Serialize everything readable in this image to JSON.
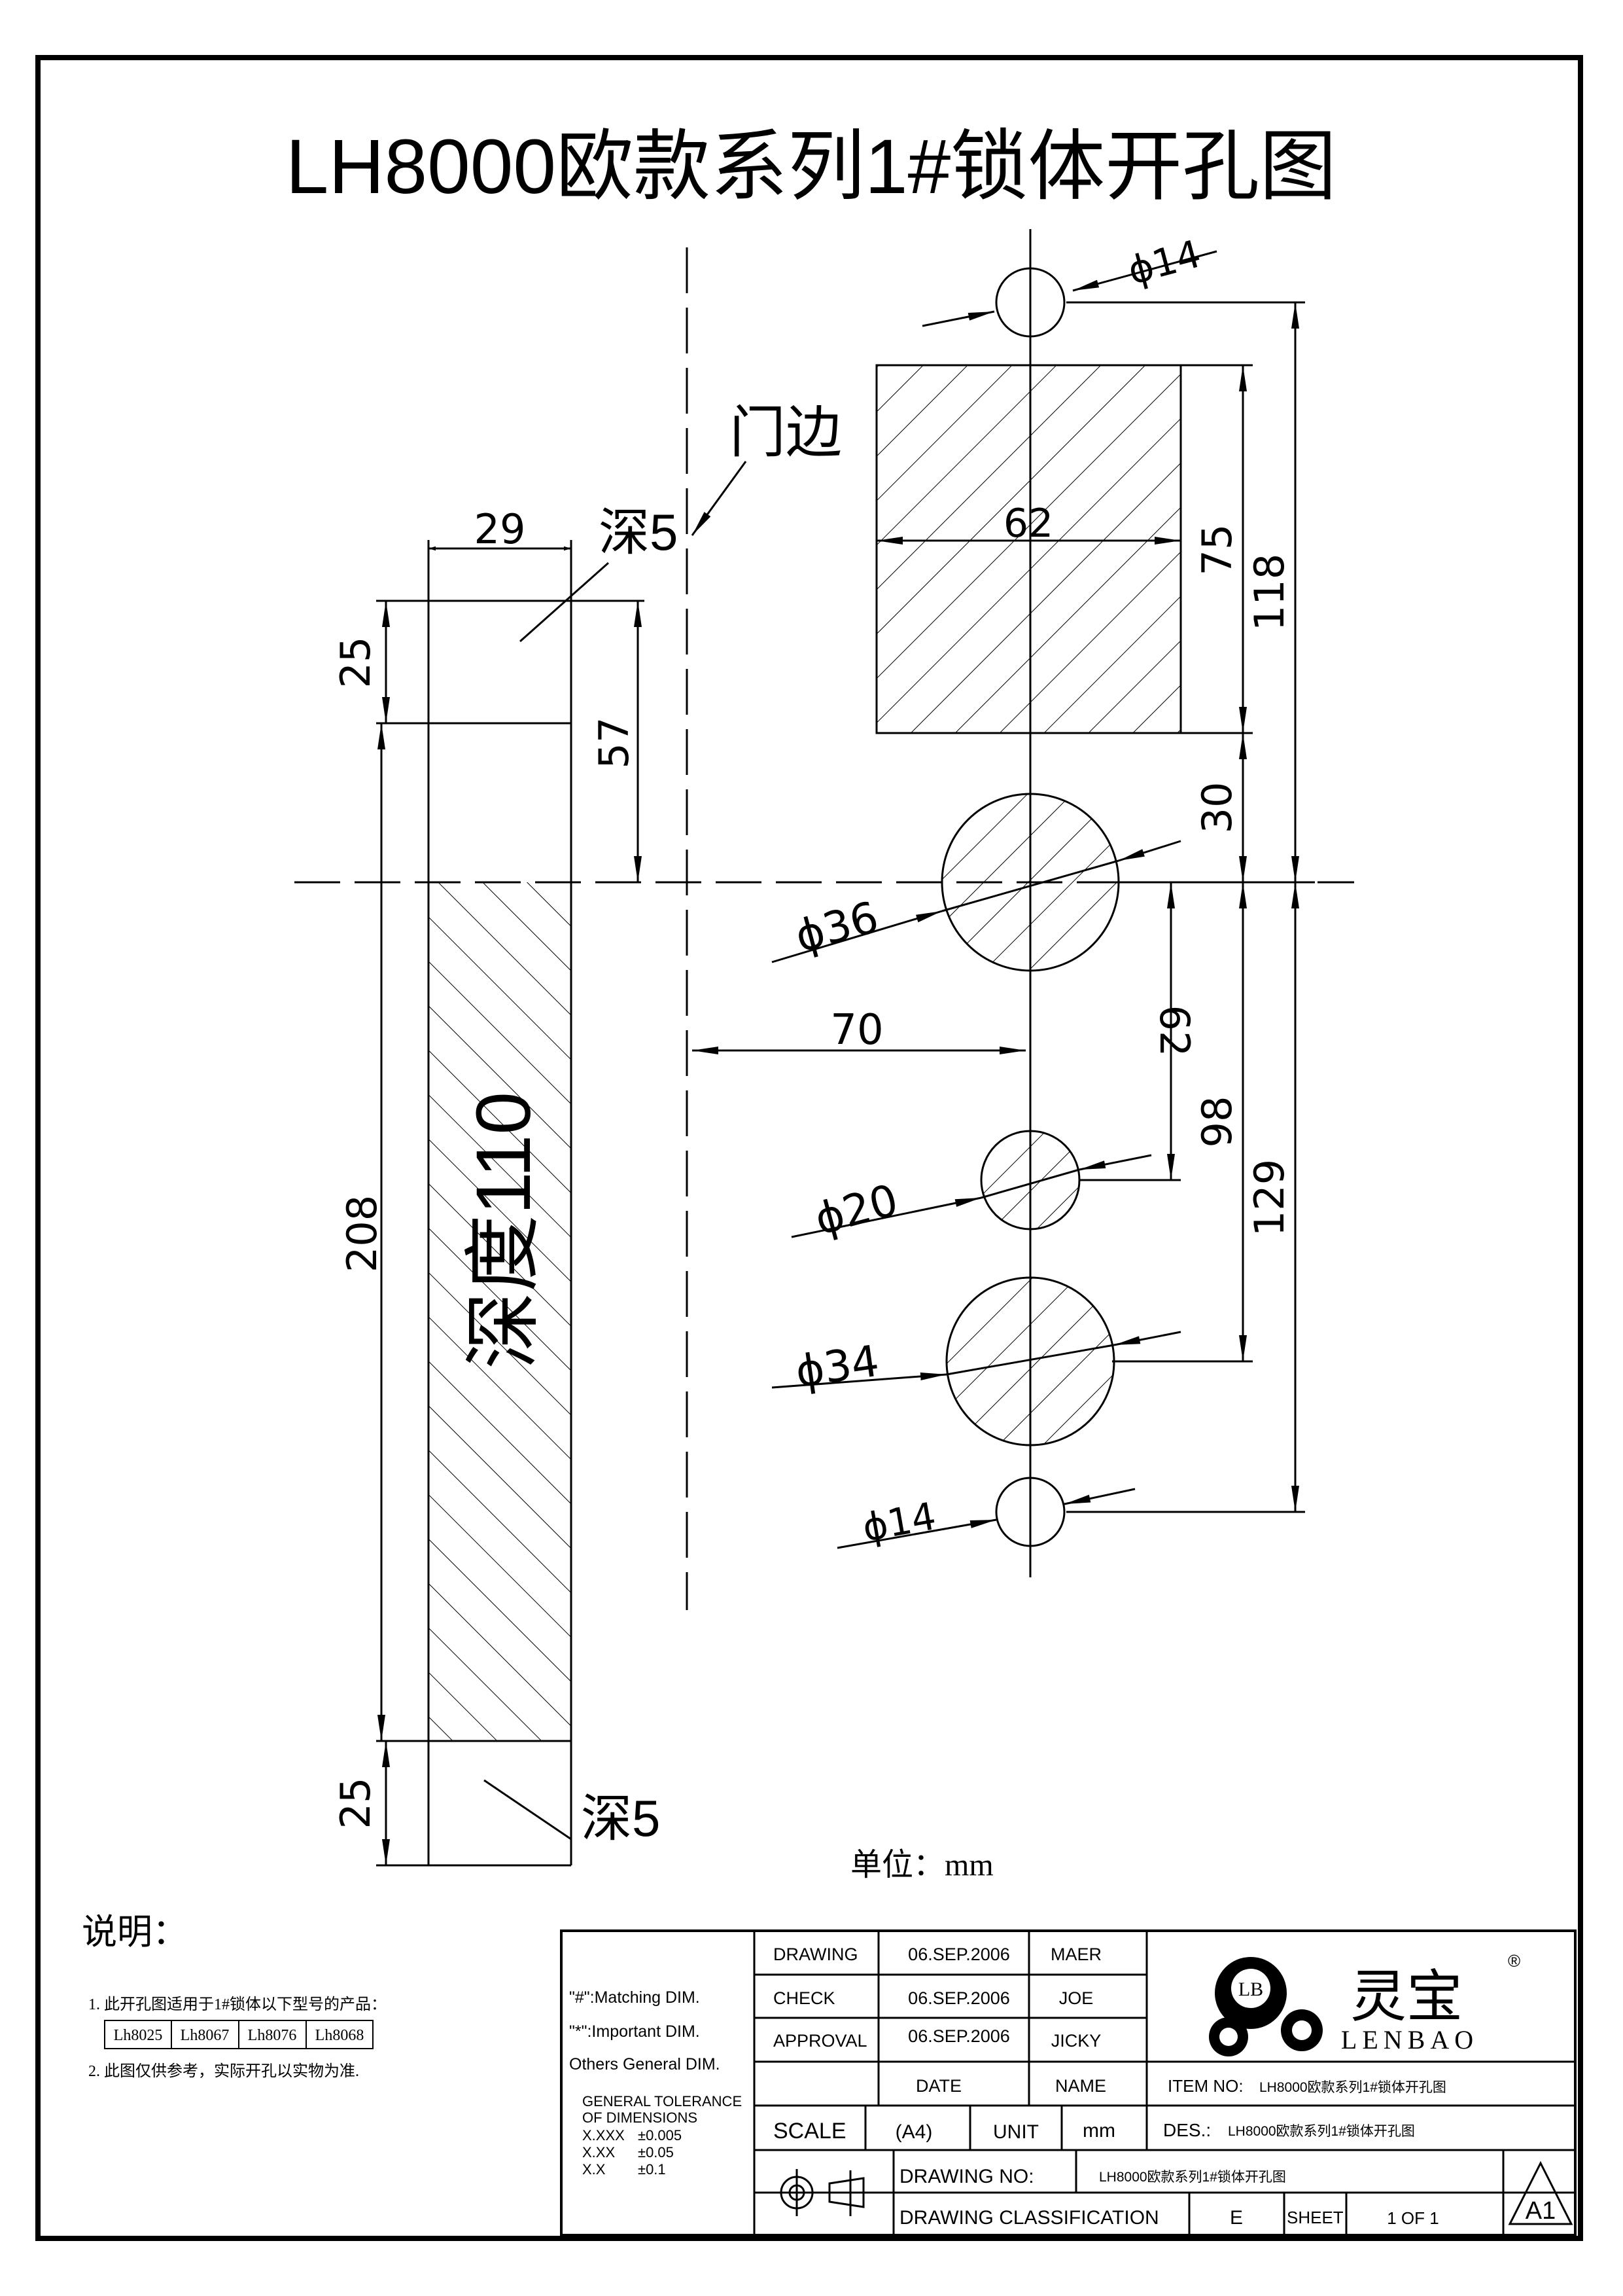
{
  "title": "LH8000欧款系列1#锁体开孔图",
  "left_part": {
    "width": "29",
    "top_segment": "25",
    "top_to_center": "57",
    "total_height": "208",
    "bottom_segment": "25",
    "depth_top": "深5",
    "depth_main": "深度110",
    "depth_bottom": "深5"
  },
  "door_edge_label": "门边",
  "backset": "70",
  "right_part": {
    "top_hole": "ϕ14",
    "square_width": "62",
    "square_height": "75",
    "top_total": "118",
    "gap_to_center": "30",
    "center_hole": "ϕ36",
    "hole_20_offset": "62",
    "hole_20": "ϕ20",
    "hole_34_offset": "98",
    "hole_34": "ϕ34",
    "bottom_total": "129",
    "bottom_hole": "ϕ14"
  },
  "unit_note": "单位：mm",
  "notes": {
    "heading": "说明：",
    "item1": "1. 此开孔图适用于1#锁体以下型号的产品：",
    "models": [
      "Lh8025",
      "Lh8067",
      "Lh8076",
      "Lh8068"
    ],
    "item2": "2. 此图仅供参考，实际开孔以实物为准."
  },
  "title_block": {
    "matching": "\"#\":Matching  DIM.",
    "important": "\"*\":Important  DIM.",
    "others": "Others General  DIM.",
    "tolerance_title_1": "GENERAL TOLERANCE",
    "tolerance_title_2": "OF DIMENSIONS",
    "tol_1_label": "X.XXX",
    "tol_1_value": "±0.005",
    "tol_2_label": "X.XX",
    "tol_2_value": "±0.05",
    "tol_3_label": "X.X",
    "tol_3_value": "±0.1",
    "rows": [
      {
        "label": "DRAWING",
        "date": "06.SEP.2006",
        "name": "MAER"
      },
      {
        "label": "CHECK",
        "date": "06.SEP.2006",
        "name": "JOE"
      },
      {
        "label": "APPROVAL",
        "date": "06.SEP.2006",
        "name": "JICKY"
      }
    ],
    "date_header": "DATE",
    "name_header": "NAME",
    "logo_initials": "LB",
    "logo_cn": "灵宝",
    "logo_en": "LENBAO",
    "registered": "®",
    "item_no_label": "ITEM NO:",
    "item_no_value": "LH8000欧款系列1#锁体开孔图",
    "scale_label": "SCALE",
    "scale_value": "(A4)",
    "unit_label": "UNIT",
    "unit_value": "mm",
    "des_label": "DES.:",
    "des_value": "LH8000欧款系列1#锁体开孔图",
    "drawing_no_label": "DRAWING NO:",
    "drawing_no_value": "LH8000欧款系列1#锁体开孔图",
    "classification_label": "DRAWING CLASSIFICATION",
    "classification_value": "E",
    "sheet_label": "SHEET",
    "sheet_value": "1 OF 1",
    "revision": "A1"
  }
}
